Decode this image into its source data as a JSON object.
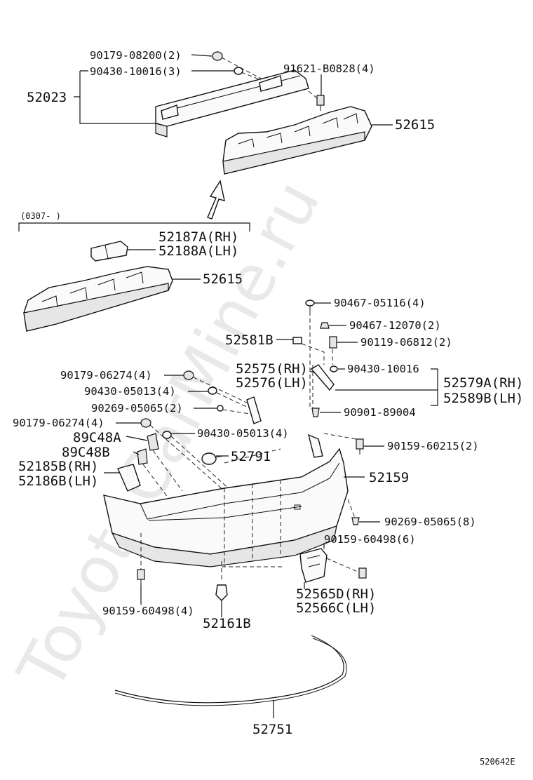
{
  "diagram_id": "520642E",
  "watermark": "ToyotaCarMine.ru",
  "date_range": "(0307-      )",
  "parts": {
    "p_90179_08200": "90179-08200(2)",
    "p_90430_10016_3": "90430-10016(3)",
    "p_52023": "52023",
    "p_91621_B0828": "91621-B0828(4)",
    "p_52615_top": "52615",
    "p_52187A": "52187A(RH)",
    "p_52188A": "52188A(LH)",
    "p_52615_mid": "52615",
    "p_90467_05116": "90467-05116(4)",
    "p_90467_12070": "90467-12070(2)",
    "p_52581B": "52581B",
    "p_90119_06812": "90119-06812(2)",
    "p_52575": "52575(RH)",
    "p_52576": "52576(LH)",
    "p_90430_10016": "90430-10016",
    "p_52579A": "52579A(RH)",
    "p_52589B": "52589B(LH)",
    "p_90901_89004": "90901-89004",
    "p_90179_06274_a": "90179-06274(4)",
    "p_90430_05013_a": "90430-05013(4)",
    "p_90269_05065_2": "90269-05065(2)",
    "p_90179_06274_b": "90179-06274(4)",
    "p_90430_05013_b": "90430-05013(4)",
    "p_89C48A": "89C48A",
    "p_89C48B": "89C48B",
    "p_52791": "52791",
    "p_52185B": "52185B(RH)",
    "p_52186B": "52186B(LH)",
    "p_90159_60215": "90159-60215(2)",
    "p_52159": "52159",
    "p_90269_05065_8": "90269-05065(8)",
    "p_90159_60498_6": "90159-60498(6)",
    "p_52565D": "52565D(RH)",
    "p_52566C": "52566C(LH)",
    "p_90159_60498_4": "90159-60498(4)",
    "p_52161B": "52161B",
    "p_52751": "52751"
  }
}
